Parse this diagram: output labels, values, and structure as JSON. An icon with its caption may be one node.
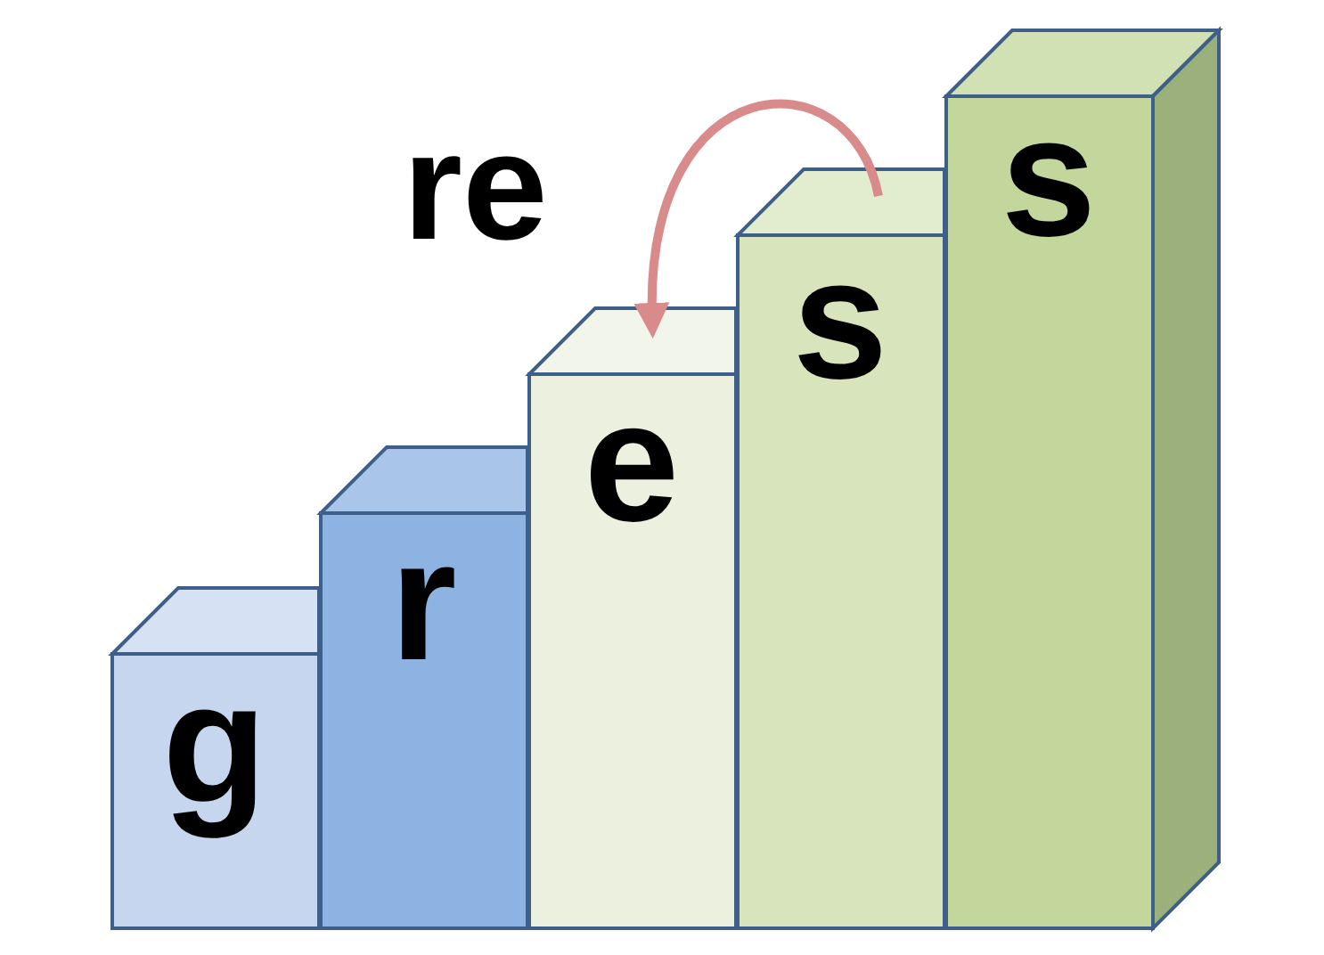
{
  "diagram": {
    "nodes": [
      {
        "text": [
          "g"
        ]
      },
      {
        "text": [
          "r"
        ]
      },
      {
        "text": [
          "e"
        ]
      },
      {
        "text": [
          "s"
        ]
      },
      {
        "text": [
          "s"
        ]
      }
    ],
    "edges": [
      {
        "from": 3,
        "to": 2,
        "arrow": "to"
      }
    ],
    "labels": [
      "re"
    ]
  }
}
